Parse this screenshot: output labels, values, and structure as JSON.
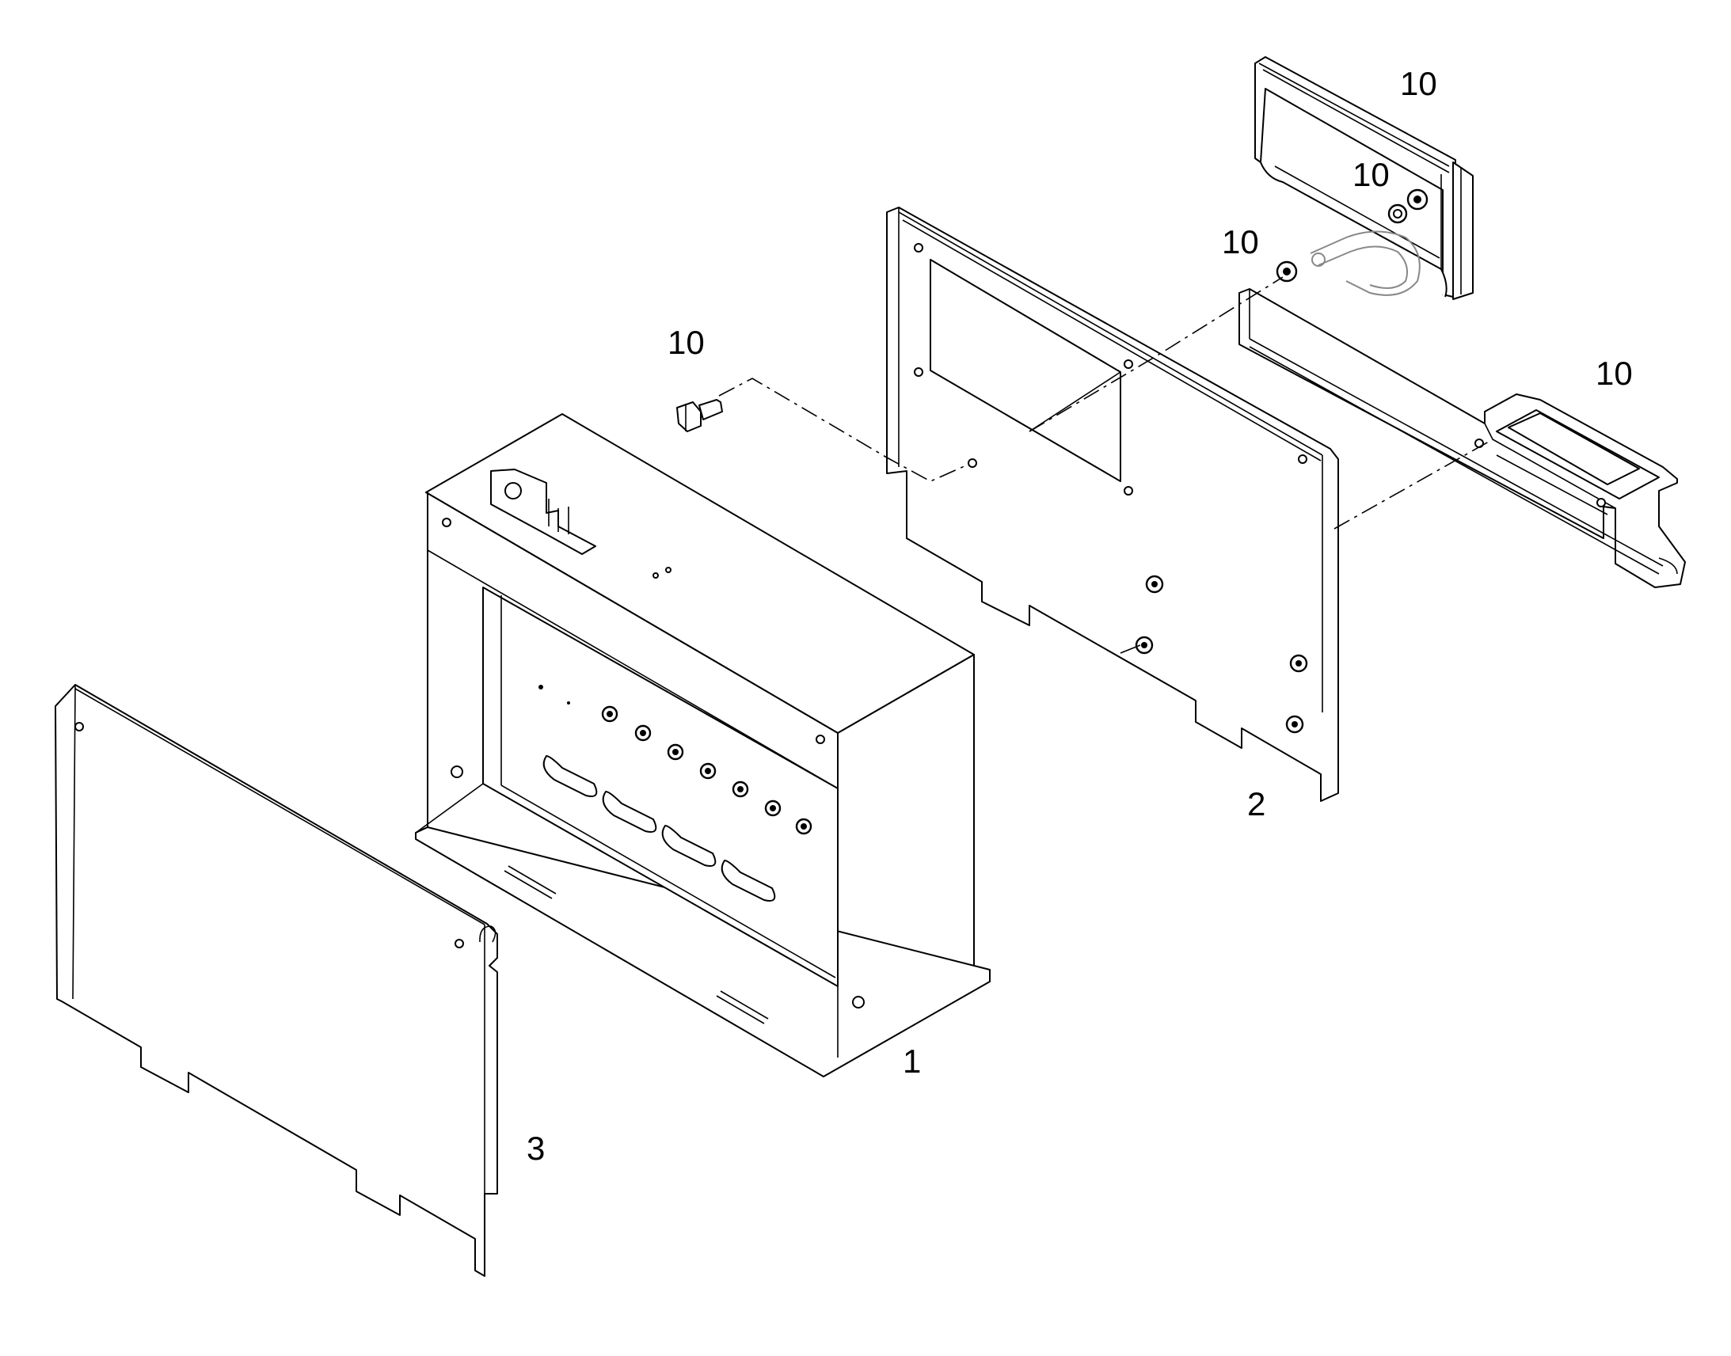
{
  "callouts": {
    "base_box": "1",
    "back_panel": "2",
    "front_cover": "3",
    "top_bracket": "10",
    "bracket_nuts": "10",
    "single_nut": "10",
    "bolt": "10",
    "rail_bracket": "10"
  },
  "parts": [
    {
      "callout": "1",
      "icon": "enclosure-box"
    },
    {
      "callout": "2",
      "icon": "back-plate-panel"
    },
    {
      "callout": "3",
      "icon": "cover-panel"
    },
    {
      "callout": "10",
      "icon": "mounting-hardware"
    }
  ],
  "colors": {
    "line": "#000000",
    "background": "#ffffff",
    "clamp": "#888888"
  }
}
